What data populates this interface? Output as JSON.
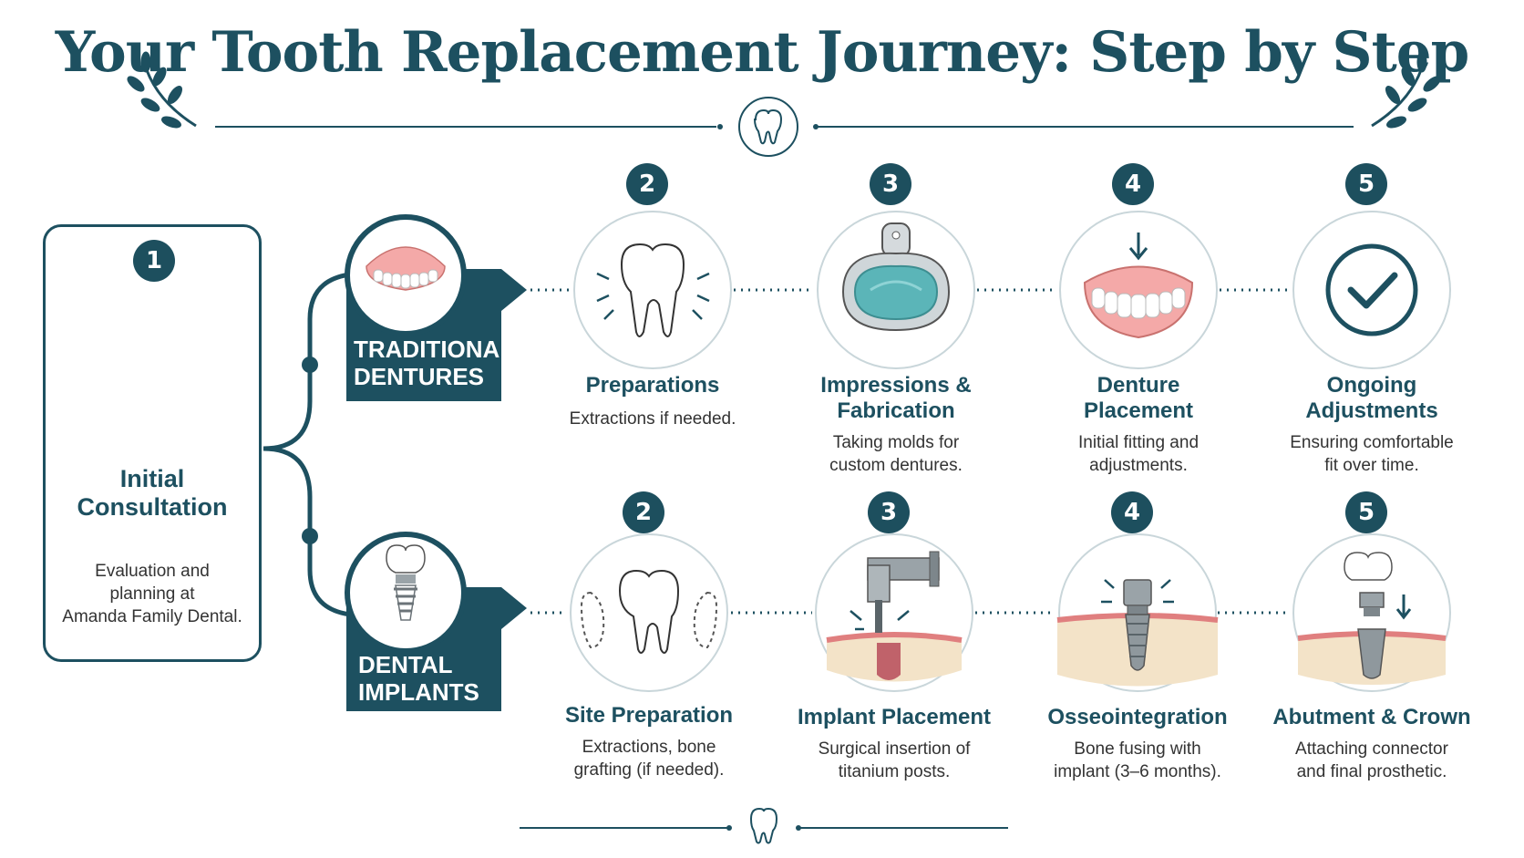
{
  "title": "Your Tooth Replacement Journey: Step by Step",
  "initial": {
    "number": "1",
    "title_line1": "Initial",
    "title_line2": "Consultation",
    "desc_lines": [
      "Evaluation and",
      "planning at",
      "Amanda Family Dental."
    ]
  },
  "paths": {
    "dentures": {
      "label_line1": "TRADITIONAL",
      "label_line2": "DENTURES"
    },
    "implants": {
      "label_line1": "DENTAL",
      "label_line2": "IMPLANTS"
    }
  },
  "dentures_steps": [
    {
      "number": "2",
      "title_lines": [
        "Preparations"
      ],
      "desc_lines": [
        "Extractions if needed."
      ]
    },
    {
      "number": "3",
      "title_lines": [
        "Impressions &",
        "Fabrication"
      ],
      "desc_lines": [
        "Taking molds for",
        "custom dentures."
      ]
    },
    {
      "number": "4",
      "title_lines": [
        "Denture",
        "Placement"
      ],
      "desc_lines": [
        "Initial fitting and",
        "adjustments."
      ]
    },
    {
      "number": "5",
      "title_lines": [
        "Ongoing",
        "Adjustments"
      ],
      "desc_lines": [
        "Ensuring comfortable",
        "fit over time."
      ]
    }
  ],
  "implants_steps": [
    {
      "number": "2",
      "title_lines": [
        "Site Preparation"
      ],
      "desc_lines": [
        "Extractions, bone",
        "grafting (if needed)."
      ]
    },
    {
      "number": "3",
      "title_lines": [
        "Implant Placement"
      ],
      "desc_lines": [
        "Surgical insertion of",
        "titanium posts."
      ]
    },
    {
      "number": "4",
      "title_lines": [
        "Osseointegration"
      ],
      "desc_lines": [
        "Bone fusing with",
        "implant (3–6 months)."
      ]
    },
    {
      "number": "5",
      "title_lines": [
        "Abutment & Crown"
      ],
      "desc_lines": [
        "Attaching connector",
        "and final prosthetic."
      ]
    }
  ],
  "icons": [
    "laurel-icon",
    "tooth-icon",
    "calendar-icon",
    "checkmark-icon",
    "dentures-icon",
    "impression-tray-icon",
    "implant-icon",
    "drill-icon"
  ],
  "colors": {
    "primary": "#1d5060",
    "gum": "#f08c8c",
    "tray": "#5bb5b8",
    "bone": "#f3e3c8"
  }
}
